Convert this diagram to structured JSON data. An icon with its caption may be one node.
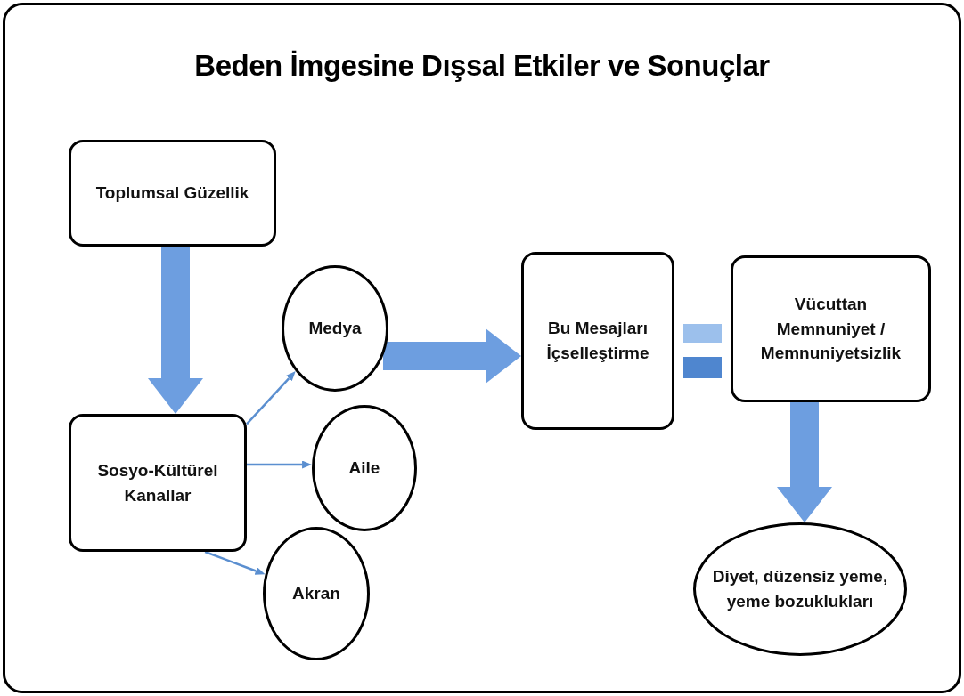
{
  "diagram": {
    "title": "Beden İmgesine Dışsal Etkiler ve Sonuçlar",
    "nodes": [
      {
        "text": [
          "Toplumsal Güzellik"
        ]
      },
      {
        "text": [
          "Sosyo-Kültürel Kanallar"
        ]
      },
      {
        "text": [
          "Medya"
        ]
      },
      {
        "text": [
          "Aile"
        ]
      },
      {
        "text": [
          "Akran"
        ]
      },
      {
        "text": [
          "Bu Mesajları İçselleştirme"
        ]
      },
      {
        "text": [
          "Vücuttan Memnuniyet / Memnuniyetsizlik"
        ]
      },
      {
        "text": [
          "Diyet, düzensiz yeme, yeme bozuklukları"
        ]
      }
    ],
    "edges": [
      {
        "from": 0,
        "to": 1,
        "arrow": "to",
        "style": "thick",
        "color": "#6d9ee0"
      },
      {
        "from": 1,
        "to": 2,
        "arrow": "to"
      },
      {
        "from": 1,
        "to": 3,
        "arrow": "to"
      },
      {
        "from": 1,
        "to": 4,
        "arrow": "to"
      },
      {
        "from": 2,
        "to": 5,
        "arrow": "to",
        "style": "thick",
        "color": "#6d9ee0"
      },
      {
        "from": 6,
        "to": 7,
        "arrow": "to",
        "style": "thick",
        "color": "#6d9ee0"
      }
    ]
  }
}
